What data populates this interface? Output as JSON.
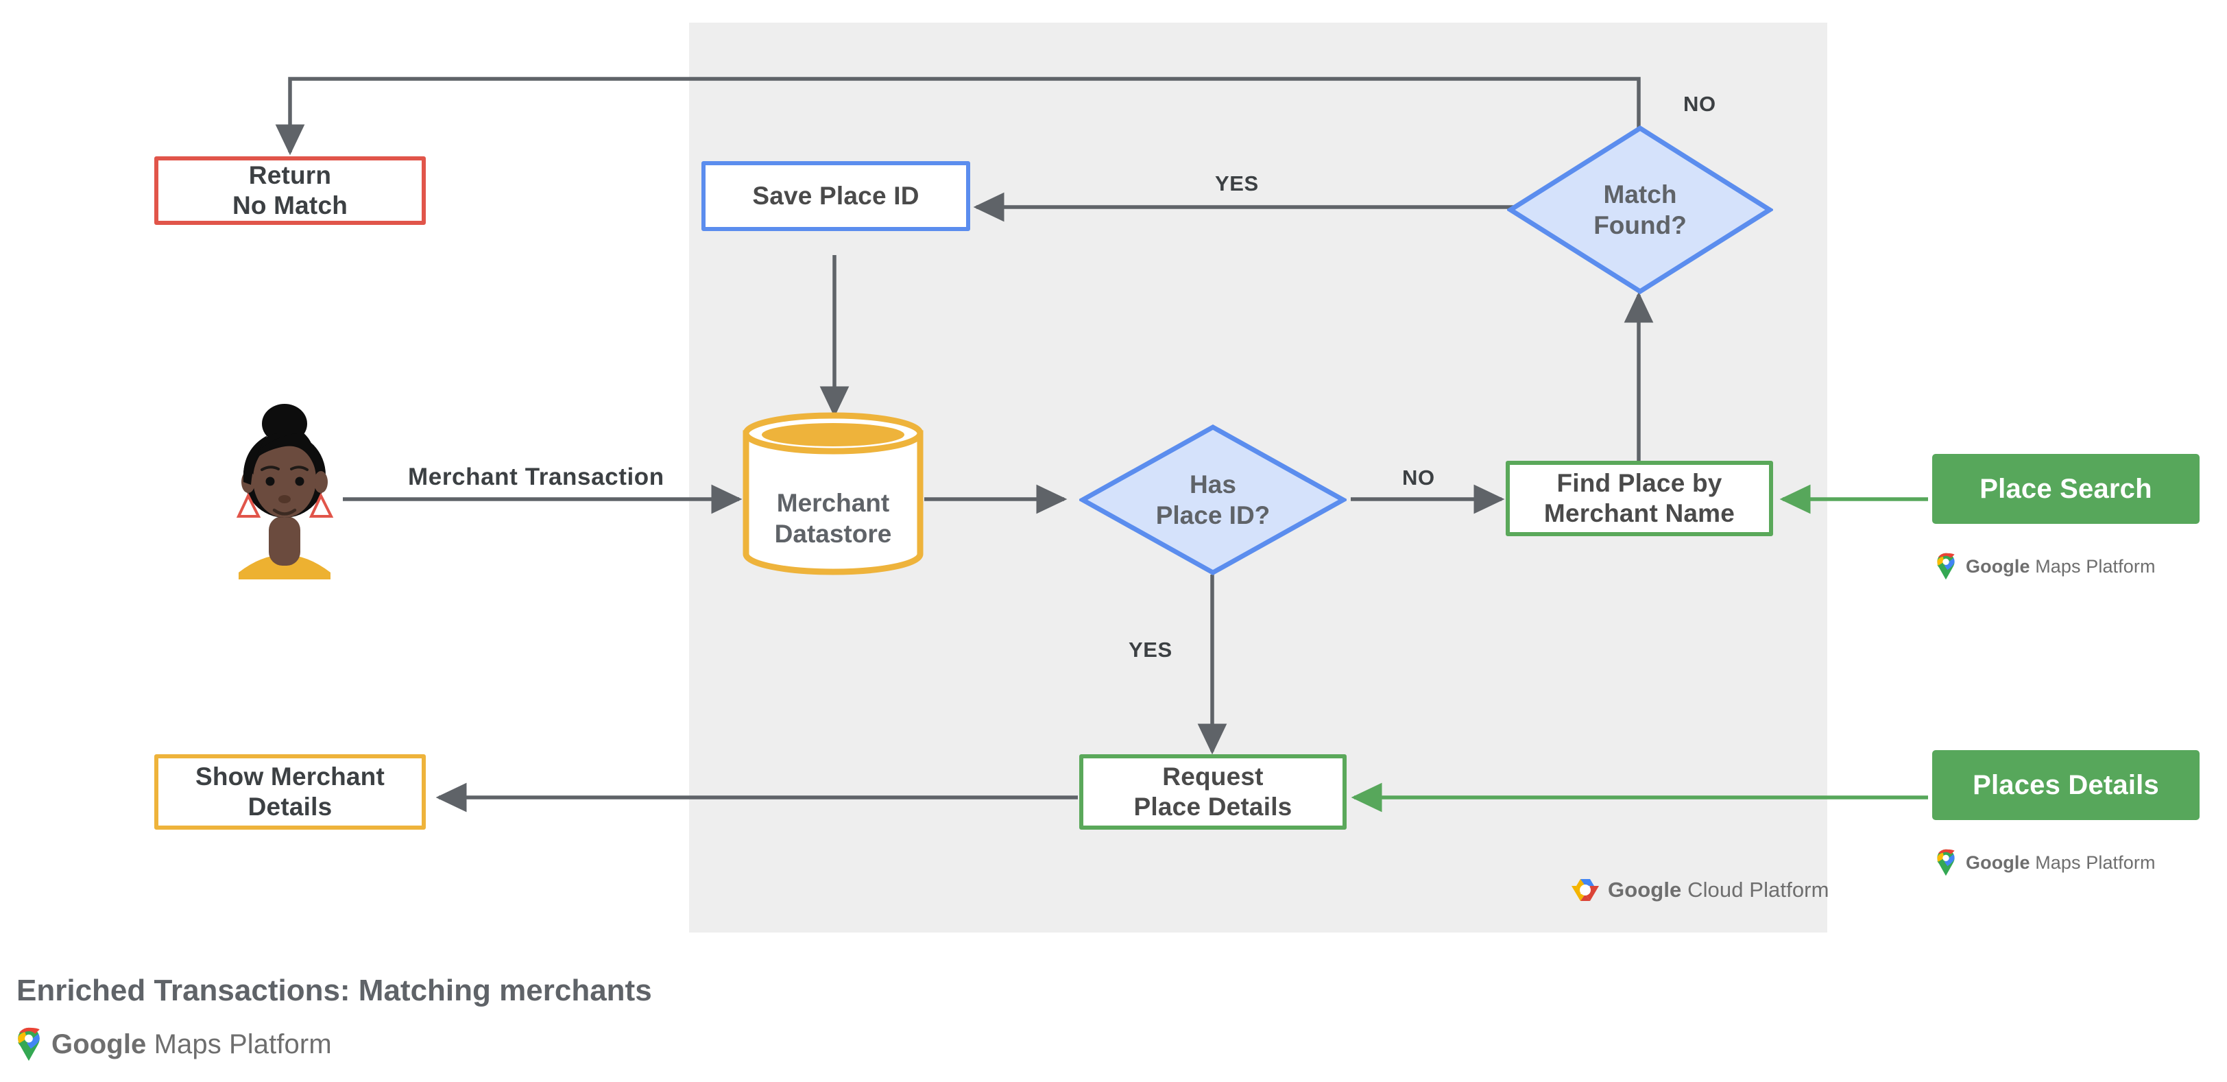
{
  "diagram": {
    "caption": "Enriched Transactions: Matching merchants",
    "platform_panel": {
      "logo_label_bold": "Google",
      "logo_label_rest": " Cloud Platform",
      "logo_icon": "google-cloud-platform-hexagon-icon"
    },
    "maps_logo": {
      "bold": "Google",
      "rest": " Maps Platform",
      "icon": "google-maps-pin-icon"
    }
  },
  "nodes": {
    "return_no_match": {
      "line1": "Return",
      "line2": "No Match",
      "color": "#e1554a",
      "shape": "box"
    },
    "save_place_id": {
      "label": "Save Place ID",
      "color": "#5b8dee",
      "shape": "box"
    },
    "match_found": {
      "line1": "Match",
      "line2": "Found?",
      "color": "#5b8dee",
      "fill": "#d5e2fb",
      "shape": "diamond"
    },
    "merchant_datastore": {
      "line1": "Merchant",
      "line2": "Datastore",
      "color": "#eeb33b",
      "shape": "cylinder"
    },
    "has_place_id": {
      "line1": "Has",
      "line2": "Place ID?",
      "color": "#5b8dee",
      "fill": "#d5e2fb",
      "shape": "diamond"
    },
    "find_place": {
      "line1": "Find Place by",
      "line2": "Merchant Name",
      "color": "#5aa85a",
      "shape": "box"
    },
    "request_place_details": {
      "line1": "Request",
      "line2": "Place Details",
      "color": "#5aa85a",
      "shape": "box"
    },
    "show_merchant_details": {
      "line1": "Show Merchant",
      "line2": "Details",
      "color": "#eeb33b",
      "shape": "box"
    },
    "place_search": {
      "label": "Place Search",
      "color": "#57a75b",
      "shape": "button"
    },
    "places_details": {
      "label": "Places Details",
      "color": "#57a75b",
      "shape": "button"
    },
    "user": {
      "icon": "user-avatar-illustration"
    }
  },
  "edges": {
    "merchant_transaction": "Merchant Transaction",
    "has_place_id_no": "NO",
    "has_place_id_yes": "YES",
    "match_found_yes": "YES",
    "match_found_no": "NO"
  },
  "colors": {
    "panel_bg": "#eeeeee",
    "wire": "#5f6368",
    "green_wire": "#57a75b",
    "red": "#e1554a",
    "blue": "#5b8dee",
    "blue_fill": "#d5e2fb",
    "amber": "#eeb33b",
    "green": "#5aa85a",
    "text": "#5f6368"
  }
}
